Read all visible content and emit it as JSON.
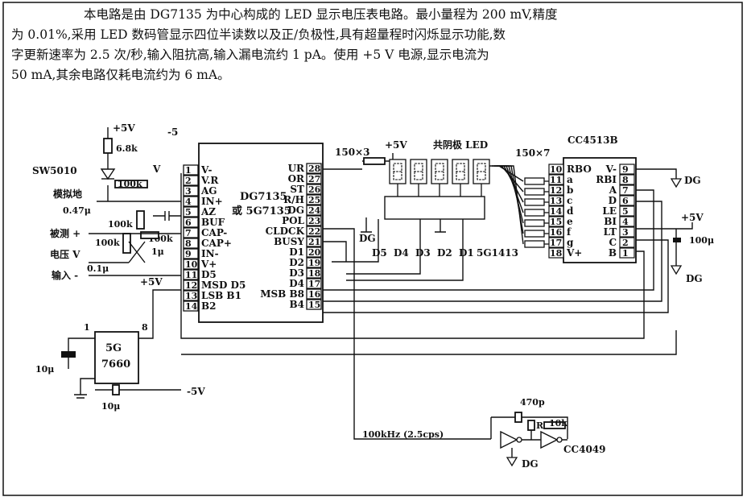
{
  "description": {
    "line1": "本电路是由 DG7135 为中心构成的 LED 显示电压表电路。最小量程为 200 mV,精度",
    "line2": "为 0.01%,采用 LED 数码管显示四位半读数以及正/负极性,具有超量程时闪烁显示功能,数",
    "line3": "字更新速率为 2.5 次/秒,输入阻抗高,输入漏电流约 1 pA。使用 +5 V 电源,显示电流为",
    "line4": "50 mA,其余电路仅耗电流约为 6 mA。"
  },
  "supply": {
    "plus5v_top": "+5V",
    "minus5v_top": "-5",
    "plus5v_mid": "+5V",
    "plus5v_led": "+5V",
    "plus5v_right": "+5V",
    "minus5v_bottom": "-5V"
  },
  "components": {
    "r_6k8": "6.8k",
    "sw": "SW5010",
    "r_100k_a": "100k",
    "analog_gnd": "模拟地",
    "c_047": "0.47μ",
    "r_100k_b": "100k",
    "r_100k_c": "100k",
    "r_100k_d": "100k",
    "c_1u": "1μ",
    "c_01u": "0.1μ",
    "meas_plus": "被测 +",
    "meas_vin": "电压 V",
    "meas_in": "输入 -",
    "vref": "V",
    "r_150x3": "150×3",
    "r_150x7": "150×7",
    "c_470p": "470p",
    "r_10k": "10k",
    "r_R": "R",
    "c_10u_a": "10μ",
    "c_10u_b": "10μ",
    "c_100u": "100μ",
    "osc": "100kHz (2.5cps)"
  },
  "ic_main": {
    "name": "DG7135",
    "alt": "或 5G7135",
    "left_pins": [
      {
        "num": "1",
        "label": "V-"
      },
      {
        "num": "2",
        "label": "V.R"
      },
      {
        "num": "3",
        "label": "AG"
      },
      {
        "num": "4",
        "label": "IN+"
      },
      {
        "num": "5",
        "label": "AZ"
      },
      {
        "num": "6",
        "label": "BUF"
      },
      {
        "num": "7",
        "label": "CAP-"
      },
      {
        "num": "8",
        "label": "CAP+"
      },
      {
        "num": "9",
        "label": "IN-"
      },
      {
        "num": "10",
        "label": "V+"
      },
      {
        "num": "11",
        "label": "D5"
      },
      {
        "num": "12",
        "label": "MSD D5"
      },
      {
        "num": "13",
        "label": "LSB B1"
      },
      {
        "num": "14",
        "label": "B2"
      }
    ],
    "right_pins": [
      {
        "num": "28",
        "label": "UR"
      },
      {
        "num": "27",
        "label": "OR"
      },
      {
        "num": "26",
        "label": "ST"
      },
      {
        "num": "25",
        "label": "R/H"
      },
      {
        "num": "24",
        "label": "DG"
      },
      {
        "num": "23",
        "label": "POL"
      },
      {
        "num": "22",
        "label": "CLDCK"
      },
      {
        "num": "21",
        "label": "BUSY"
      },
      {
        "num": "20",
        "label": "D1"
      },
      {
        "num": "19",
        "label": "D2"
      },
      {
        "num": "18",
        "label": "D3"
      },
      {
        "num": "17",
        "label": "D4"
      },
      {
        "num": "16",
        "label": "MSB B8"
      },
      {
        "num": "15",
        "label": "B4"
      }
    ]
  },
  "led": {
    "title": "共阴极 LED",
    "digits": [
      "D5",
      "D4",
      "D3",
      "D2",
      "D1"
    ],
    "driver": "5G1413",
    "dg": "DG"
  },
  "decoder": {
    "name": "CC4513B",
    "left_pins": [
      {
        "num": "10",
        "label": "RBO"
      },
      {
        "num": "11",
        "label": "a"
      },
      {
        "num": "12",
        "label": "b"
      },
      {
        "num": "13",
        "label": "c"
      },
      {
        "num": "14",
        "label": "d"
      },
      {
        "num": "15",
        "label": "e"
      },
      {
        "num": "16",
        "label": "f"
      },
      {
        "num": "17",
        "label": "g"
      },
      {
        "num": "18",
        "label": "V+"
      }
    ],
    "right_pins": [
      {
        "num": "9",
        "label": "V-"
      },
      {
        "num": "8",
        "label": "RBI"
      },
      {
        "num": "7",
        "label": "A"
      },
      {
        "num": "6",
        "label": "D"
      },
      {
        "num": "5",
        "label": "LE"
      },
      {
        "num": "4",
        "label": "BI"
      },
      {
        "num": "3",
        "label": "LT"
      },
      {
        "num": "2",
        "label": "C"
      },
      {
        "num": "1",
        "label": "B"
      }
    ],
    "dg_top": "DG",
    "dg_bottom": "DG"
  },
  "converter": {
    "name": "5G",
    "part": "7660",
    "pin1": "1",
    "pin8": "8"
  },
  "osc_ic": {
    "name": "CC4049",
    "dg": "DG"
  }
}
